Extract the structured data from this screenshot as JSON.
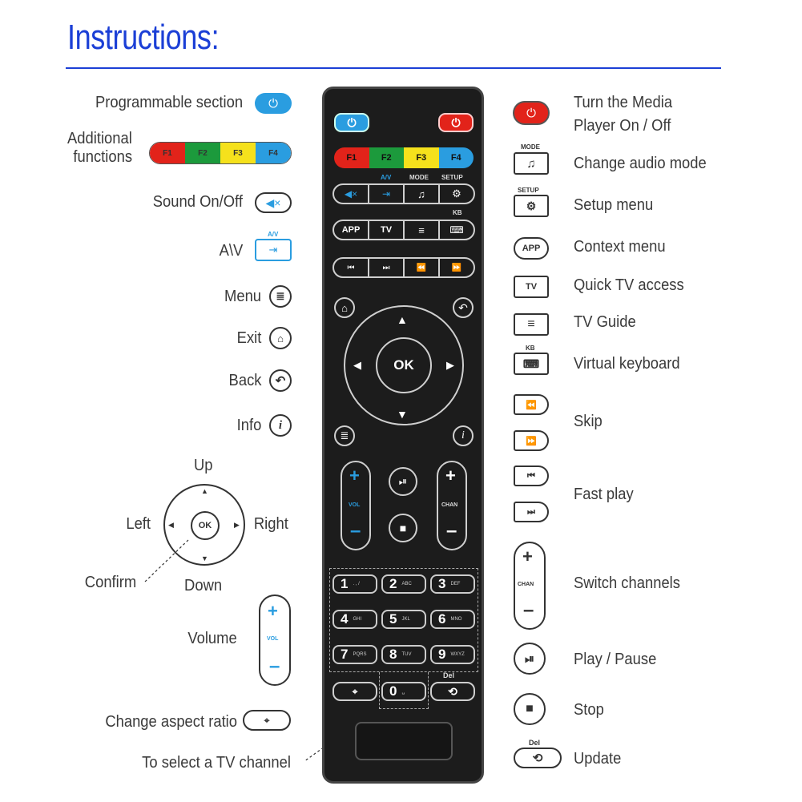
{
  "title": "Instructions:",
  "left_labels": {
    "programmable": "Programmable section",
    "additional_1": "Additional",
    "additional_2": "functions",
    "sound": "Sound On/Off",
    "av": "A\\V",
    "menu": "Menu",
    "exit": "Exit",
    "back": "Back",
    "info": "Info",
    "up": "Up",
    "left": "Left",
    "right": "Right",
    "down": "Down",
    "confirm": "Confirm",
    "volume": "Volume",
    "aspect": "Change aspect ratio",
    "tv_channel": "To select a TV channel"
  },
  "right_labels": {
    "power_1": "Turn the Media",
    "power_2": "Player On / Off",
    "audio": "Change audio mode",
    "setup": "Setup menu",
    "context": "Context menu",
    "quick_tv": "Quick TV access",
    "guide": "TV Guide",
    "keyboard": "Virtual keyboard",
    "skip": "Skip",
    "fast_play": "Fast play",
    "switch": "Switch channels",
    "play_pause": "Play / Pause",
    "stop": "Stop",
    "update": "Update"
  },
  "remote": {
    "f_buttons": [
      "F1",
      "F2",
      "F3",
      "F4"
    ],
    "av_cap": "A/V",
    "mode_cap": "MODE",
    "setup_cap": "SETUP",
    "kb_cap": "KB",
    "app": "APP",
    "tv": "TV",
    "ok": "OK",
    "vol": "VOL",
    "chan": "CHAN",
    "del": "Del",
    "digits": [
      {
        "n": "1",
        "s": ". , /"
      },
      {
        "n": "2",
        "s": "ABC"
      },
      {
        "n": "3",
        "s": "DEF"
      },
      {
        "n": "4",
        "s": "GHI"
      },
      {
        "n": "5",
        "s": "JKL"
      },
      {
        "n": "6",
        "s": "MNO"
      },
      {
        "n": "7",
        "s": "PQRS"
      },
      {
        "n": "8",
        "s": "TUV"
      },
      {
        "n": "9",
        "s": "WXYZ"
      }
    ],
    "zero": "0",
    "zero_sub": "␣"
  },
  "legend_icons": {
    "f_buttons": [
      "F1",
      "F2",
      "F3",
      "F4"
    ],
    "av_cap": "A/V",
    "mode_cap": "MODE",
    "setup_cap": "SETUP",
    "app": "APP",
    "tv": "TV",
    "kb_cap": "KB",
    "ok": "OK",
    "vol": "VOL",
    "chan": "CHAN",
    "del": "Del"
  },
  "colors": {
    "accent": "#1b3fd6",
    "blue": "#2a9de0",
    "red": "#e2231a",
    "green": "#1c9a3c",
    "yellow": "#f5e11c",
    "f4": "#2a9de0"
  }
}
